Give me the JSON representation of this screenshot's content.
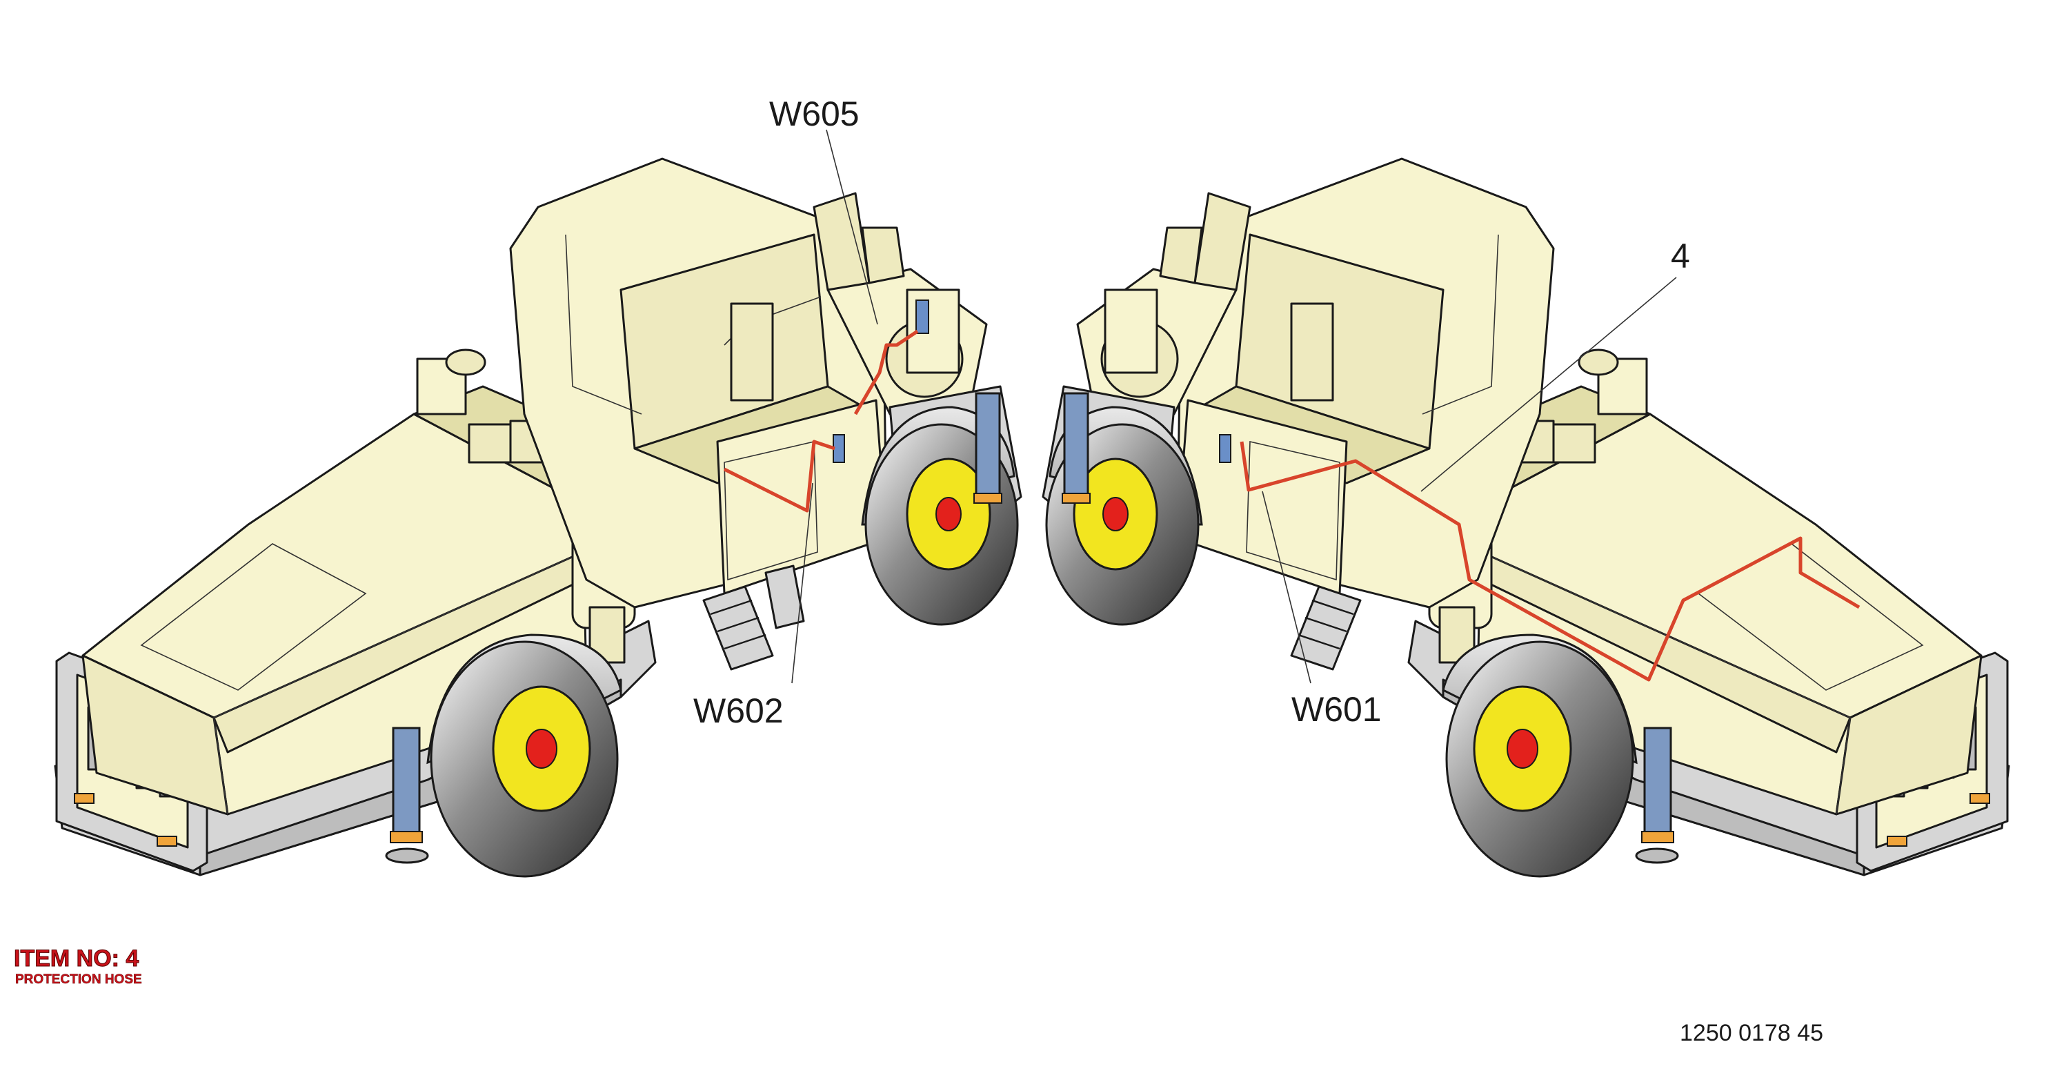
{
  "diagram": {
    "callouts": [
      {
        "id": "w605",
        "label": "W605"
      },
      {
        "id": "w602",
        "label": "W602"
      },
      {
        "id": "item4",
        "label": "4"
      },
      {
        "id": "w601",
        "label": "W601"
      }
    ],
    "item_number": "ITEM NO: 4",
    "item_description": "PROTECTION HOSE",
    "document_number": "1250 0178 45"
  },
  "colors": {
    "body": "#f7f4cf",
    "frame": "#d6d6d6",
    "hose": "#d8442b",
    "rim": "#f2e51f",
    "hub": "#e3211c",
    "jack": "#7d99c2",
    "item_label": "#c8121a"
  }
}
